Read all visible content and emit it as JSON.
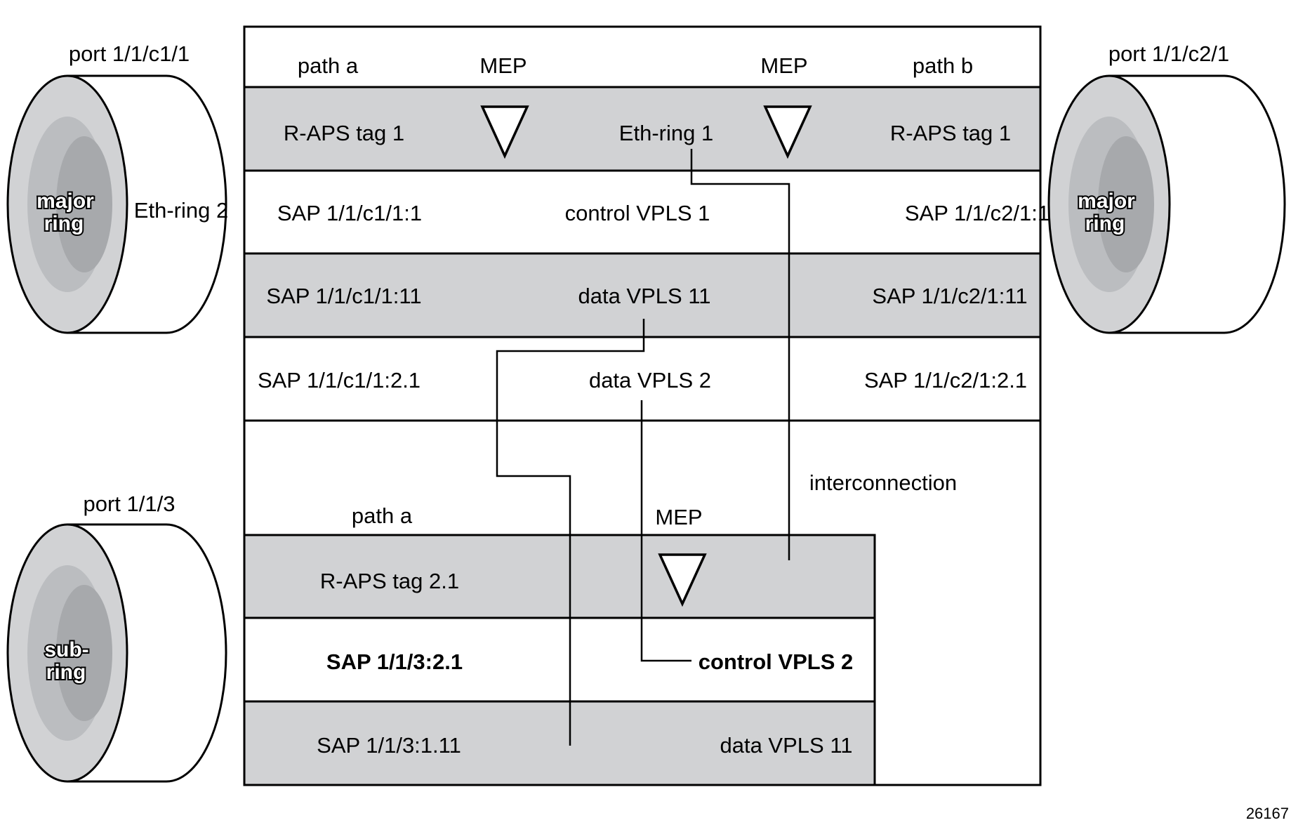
{
  "colors": {
    "band": "#d1d2d4",
    "ring_outer": "#d1d2d4",
    "ring_mid": "#bbbdc0",
    "ring_inner": "#a7a9ac",
    "line": "#000000"
  },
  "cylinders": {
    "left_top": {
      "port": "port 1/1/c1/1",
      "label_line1": "major",
      "label_line2": "ring",
      "side_label": "Eth-ring 2"
    },
    "right_top": {
      "port": "port 1/1/c2/1",
      "label_line1": "major",
      "label_line2": "ring"
    },
    "left_bottom": {
      "port": "port 1/1/3",
      "label_line1": "sub-",
      "label_line2": "ring"
    }
  },
  "major_ring": {
    "header": {
      "path_a": "path a",
      "mep_left": "MEP",
      "mep_right": "MEP",
      "path_b": "path b"
    },
    "rows": [
      {
        "left": "R-APS tag 1",
        "center": "Eth-ring 1",
        "right": "R-APS tag 1"
      },
      {
        "left": "SAP 1/1/c1/1:1",
        "center": "control VPLS 1",
        "right": "SAP 1/1/c2/1:1"
      },
      {
        "left": "SAP 1/1/c1/1:11",
        "center": "data VPLS 11",
        "right": "SAP 1/1/c2/1:11"
      },
      {
        "left": "SAP 1/1/c1/1:2.1",
        "center": "data VPLS 2",
        "right": "SAP 1/1/c2/1:2.1"
      }
    ]
  },
  "interconnection_label": "interconnection",
  "sub_ring": {
    "header": {
      "path_a": "path a",
      "mep": "MEP"
    },
    "rows": [
      {
        "left": "R-APS tag 2.1"
      },
      {
        "left": "SAP 1/1/3:2.1",
        "right": "control VPLS 2"
      },
      {
        "left": "SAP 1/1/3:1.11",
        "right": "data VPLS 11"
      }
    ]
  },
  "figure_id": "26167"
}
